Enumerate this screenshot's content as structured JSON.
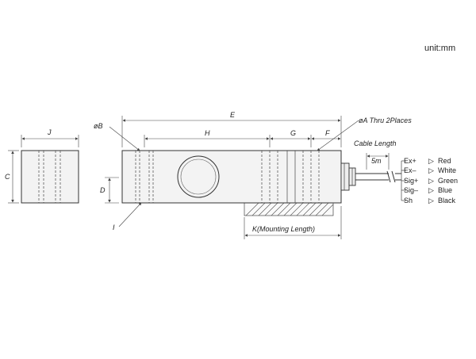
{
  "unit_label": "unit:mm",
  "dimension_labels": {
    "J": "J",
    "C": "C",
    "D": "D",
    "I": "I",
    "phiB": "øB",
    "E": "E",
    "H": "H",
    "G": "G",
    "F": "F",
    "phiA": "øA  Thru 2Places",
    "K": "K(Mounting Length)"
  },
  "cable": {
    "label": "Cable Length",
    "length": "5m"
  },
  "wires": [
    {
      "signal": "Ex+",
      "color": "Red"
    },
    {
      "signal": "Ex–",
      "color": "White"
    },
    {
      "signal": "Sig+",
      "color": "Green"
    },
    {
      "signal": "Sig–",
      "color": "Blue"
    },
    {
      "signal": "Sh",
      "color": "Black"
    }
  ]
}
